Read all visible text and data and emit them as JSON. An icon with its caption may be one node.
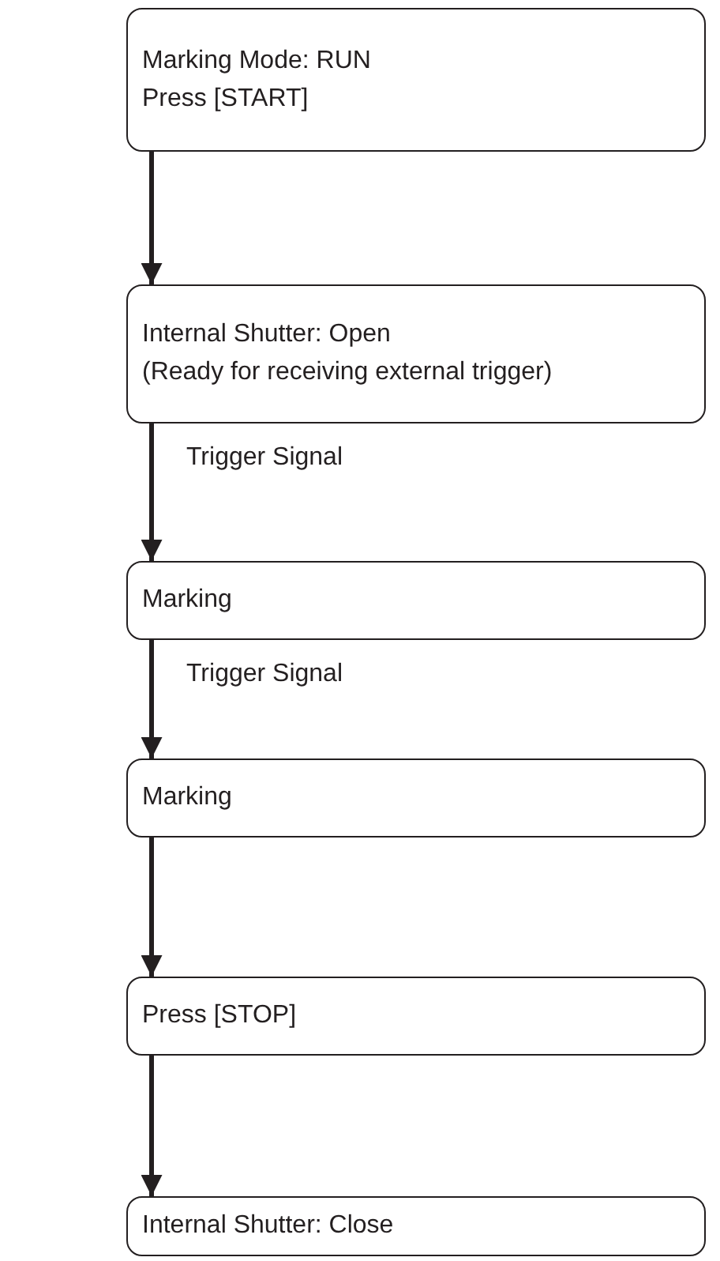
{
  "diagram": {
    "nodes": [
      {
        "text": [
          "Marking Mode: RUN",
          "Press [START]"
        ]
      },
      {
        "text": [
          "Internal Shutter: Open",
          "(Ready for receiving external trigger)"
        ]
      },
      {
        "text": [
          "Marking"
        ]
      },
      {
        "text": [
          "Marking"
        ]
      },
      {
        "text": [
          "Press [STOP]"
        ]
      },
      {
        "text": [
          "Internal Shutter: Close"
        ]
      }
    ],
    "edges": [
      {
        "from": 0,
        "to": 1,
        "arrow": "to"
      },
      {
        "from": 1,
        "to": 2,
        "arrow": "to",
        "label": "Trigger Signal"
      },
      {
        "from": 2,
        "to": 3,
        "arrow": "to",
        "label": "Trigger Signal"
      },
      {
        "from": 3,
        "to": 4,
        "arrow": "to"
      },
      {
        "from": 4,
        "to": 5,
        "arrow": "to"
      }
    ]
  }
}
